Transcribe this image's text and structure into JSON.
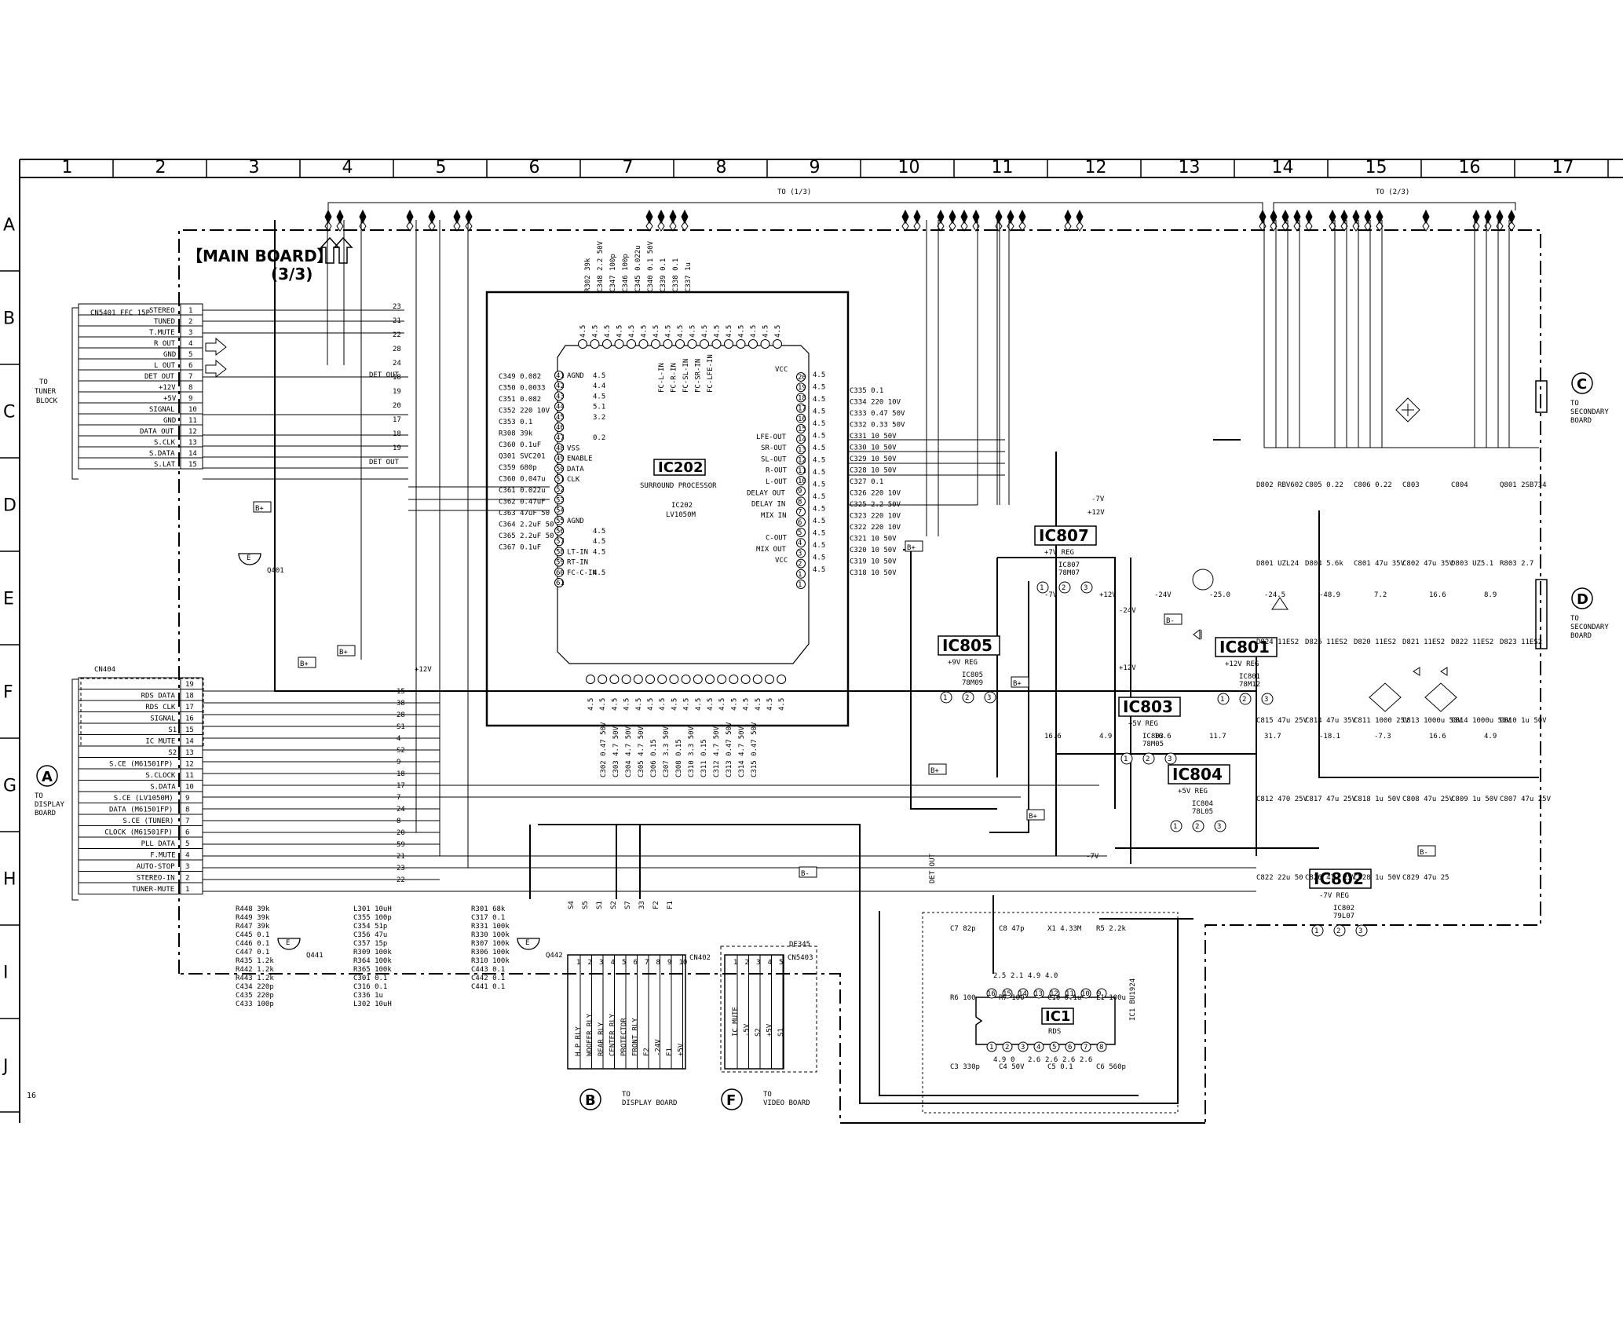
{
  "sheet": {
    "page_number": "16",
    "title": "【MAIN BOARD】",
    "subtitle": "(3/3)",
    "to_1_3": "TO (1/3)",
    "to_2_3": "TO (2/3)"
  },
  "grid": {
    "columns": [
      "1",
      "2",
      "3",
      "4",
      "5",
      "6",
      "7",
      "8",
      "9",
      "10",
      "11",
      "12",
      "13",
      "14",
      "15",
      "16",
      "17"
    ],
    "rows": [
      "A",
      "B",
      "C",
      "D",
      "E",
      "F",
      "G",
      "H",
      "I",
      "J"
    ]
  },
  "cn5401": {
    "label": "CN5401 FFC 15P",
    "to_label": [
      "TO",
      "TUNER",
      "BLOCK"
    ],
    "pins": [
      {
        "name": "STEREO",
        "num": "1"
      },
      {
        "name": "TUNED",
        "num": "2"
      },
      {
        "name": "T.MUTE",
        "num": "3"
      },
      {
        "name": "R OUT",
        "num": "4"
      },
      {
        "name": "GND",
        "num": "5"
      },
      {
        "name": "L OUT",
        "num": "6"
      },
      {
        "name": "DET OUT",
        "num": "7"
      },
      {
        "name": "+12V",
        "num": "8"
      },
      {
        "name": "+5V",
        "num": "9"
      },
      {
        "name": "SIGNAL",
        "num": "10"
      },
      {
        "name": "GND",
        "num": "11"
      },
      {
        "name": "DATA OUT",
        "num": "12"
      },
      {
        "name": "S.CLK",
        "num": "13"
      },
      {
        "name": "S.DATA",
        "num": "14"
      },
      {
        "name": "S.LAT",
        "num": "15"
      }
    ]
  },
  "cn404": {
    "label": "CN404",
    "pins": [
      {
        "name": "",
        "num": "19"
      },
      {
        "name": "RDS DATA",
        "num": "18"
      },
      {
        "name": "RDS CLK",
        "num": "17"
      },
      {
        "name": "SIGNAL",
        "num": "16"
      },
      {
        "name": "S1",
        "num": "15"
      },
      {
        "name": "IC MUTE",
        "num": "14"
      },
      {
        "name": "S2",
        "num": "13"
      },
      {
        "name": "S.CE (M61501FP)",
        "num": "12"
      },
      {
        "name": "S.CLOCK",
        "num": "11"
      },
      {
        "name": "S.DATA",
        "num": "10"
      },
      {
        "name": "S.CE (LV1050M)",
        "num": "9"
      },
      {
        "name": "DATA (M61501FP)",
        "num": "8"
      },
      {
        "name": "S.CE (TUNER)",
        "num": "7"
      },
      {
        "name": "CLOCK (M61501FP)",
        "num": "6"
      },
      {
        "name": "PLL DATA",
        "num": "5"
      },
      {
        "name": "F.MUTE",
        "num": "4"
      },
      {
        "name": "AUTO-STOP",
        "num": "3"
      },
      {
        "name": "STEREO-IN",
        "num": "2"
      },
      {
        "name": "TUNER-MUTE",
        "num": "1"
      }
    ]
  },
  "connector_refs": {
    "A": {
      "letter": "A",
      "text": [
        "TO",
        "DISPLAY",
        "BOARD"
      ]
    },
    "B": {
      "letter": "B",
      "text": [
        "TO",
        "DISPLAY BOARD"
      ]
    },
    "C": {
      "letter": "C",
      "text": [
        "TO",
        "SECONDARY",
        "BOARD"
      ]
    },
    "D": {
      "letter": "D",
      "text": [
        "TO",
        "SECONDARY",
        "BOARD"
      ]
    },
    "F": {
      "letter": "F",
      "text": [
        "TO",
        "VIDEO BOARD"
      ]
    }
  },
  "ic202": {
    "name": "IC202",
    "desc": "SURROUND PROCESSOR",
    "part": [
      "IC202",
      "LV1050M"
    ],
    "left_pins": [
      "AGND",
      "",
      "",
      "",
      "",
      "",
      "",
      "VSS",
      "ENABLE",
      "DATA",
      "CLK",
      "",
      "",
      "",
      "AGND",
      "",
      "",
      "LT-IN",
      "RT-IN",
      "FC-C-IN",
      ""
    ],
    "left_volts": [
      "4.5",
      "4.4",
      "4.5",
      "5.1",
      "3.2",
      "",
      "0.2",
      "",
      "",
      "",
      "",
      "",
      "",
      "",
      "",
      "4.5",
      "4.5",
      "4.5",
      "",
      "4.5"
    ],
    "right_pins": [
      "VCC",
      "",
      "",
      "",
      "",
      "",
      "LFE-OUT",
      "SR-OUT",
      "SL-OUT",
      "R-OUT",
      "L-OUT",
      "DELAY OUT",
      "DELAY IN",
      "MIX IN",
      "",
      "C-OUT",
      "MIX OUT",
      "VCC"
    ],
    "top_labels": [
      "FC-L-IN",
      "FC-R-IN",
      "FC-SL-IN",
      "FC-SR-IN",
      "FC-LFE-IN"
    ]
  },
  "ic_blocks": {
    "ic807": {
      "name": "IC807",
      "sub": "+7V REG",
      "part": [
        "IC807",
        "78M07"
      ]
    },
    "ic805": {
      "name": "IC805",
      "sub": "+9V REG",
      "part": [
        "IC805",
        "78M09"
      ]
    },
    "ic801": {
      "name": "IC801",
      "sub": "+12V REG",
      "part": [
        "IC801",
        "78M12"
      ]
    },
    "ic803": {
      "name": "IC803",
      "sub": "+5V REG",
      "part": [
        "IC803",
        "78M05"
      ]
    },
    "ic804": {
      "name": "IC804",
      "sub": "+5V REG",
      "part": [
        "IC804",
        "78L05"
      ]
    },
    "ic802": {
      "name": "IC802",
      "sub": "-7V REG",
      "part": [
        "IC802",
        "79L07"
      ]
    },
    "ic1": {
      "name": "IC1",
      "sub": "RDS",
      "part": "IC1 BU1924"
    }
  },
  "cn402": {
    "label": "CN402",
    "pins": [
      "H.P RLY",
      "WOOFER RLY",
      "REAR RLY",
      "CENTER RLY",
      "PROTECTOR",
      "FRONT RLY",
      "F2",
      "-24V",
      "F1",
      "+5V"
    ],
    "nums": [
      "1",
      "2",
      "3",
      "4",
      "5",
      "6",
      "7",
      "8",
      "9",
      "10"
    ],
    "net_top": [
      "S4",
      "S5",
      "S1",
      "S2",
      "S7",
      "33",
      "F2",
      "F1"
    ]
  },
  "cn5403": {
    "label": "CN5403",
    "sub": "DE345",
    "pins": [
      "IC MUTE",
      "-5V",
      "S2",
      "+5V",
      "S1"
    ],
    "nums": [
      "1",
      "2",
      "3",
      "4",
      "5"
    ]
  },
  "rails": {
    "p12v": "+12V",
    "m7v": "-7V",
    "m24v": "-24V",
    "det_out": "DET OUT",
    "bplus": "B+",
    "bminus": "B-"
  },
  "components_top": [
    "R302 39k",
    "C348 2.2 50V",
    "C347 100p",
    "C346 100p",
    "C345 0.022u",
    "C340 0.1 50V",
    "C339 0.1",
    "C338 0.1",
    "C337 1u"
  ],
  "components_left": [
    "C349 0.082",
    "C350 0.0033",
    "C351 0.082",
    "C352 220 10V",
    "C353 0.1",
    "R308 39k",
    "C360 0.1uF",
    "Q301 SVC201",
    "C359 680p",
    "C360 0.047u",
    "C361 0.022u",
    "C362 0.47uF",
    "C363 47uF 50",
    "C364 2.2uF 50",
    "C365 2.2uF 50",
    "C367 0.1uF"
  ],
  "components_right": [
    "C335 0.1",
    "C334 220 10V",
    "C333 0.47 50V",
    "C332 0.33 50V",
    "C331 10 50V",
    "C330 10 50V",
    "C329 10 50V",
    "C328 10 50V",
    "C327 0.1",
    "C326 220 10V",
    "C325 2.2 50V",
    "C323 220 10V",
    "C322 220 10V",
    "C321 10 50V",
    "C320 10 50V",
    "C319 10 50V",
    "C318 10 50V"
  ],
  "components_bottom": [
    "C302 0.47 50V",
    "C303 4.7 50V",
    "C304 4.7 50V",
    "C305 4.7 50V",
    "C306 0.15",
    "C307 3.3 50V",
    "C308 0.15",
    "C310 3.3 50V",
    "C311 0.15",
    "C312 4.7 50V",
    "C313 0.47 50V",
    "C314 4.7 50V",
    "C315 0.47 50V"
  ],
  "power_parts": [
    "D802 RBV602",
    "C805 0.22",
    "C806 0.22",
    "C803",
    "C804",
    "Q801 2SB734",
    "D801 UZL24",
    "D804 5.6k",
    "C801 47u 35V",
    "C802 47u 35V",
    "D803 UZ5.1",
    "R803 2.7",
    "D824 11ES2",
    "D825 11ES2",
    "D820 11ES2",
    "D821 11ES2",
    "D822 11ES2",
    "D823 11ES2",
    "C815 47u 25V",
    "C814 47u 35V",
    "C811 1000 25V",
    "C813 1000u 50V",
    "C814 1000u 50V",
    "C810 1u 50V",
    "C812 470 25V",
    "C817 47u 25V",
    "C818 1u 50V",
    "C808 47u 25V",
    "C809 1u 50V",
    "C807 47u 25V",
    "C822 22u 50",
    "C826 47u 25V",
    "C828 1u 50V",
    "C829 47u 25"
  ],
  "volts_power": [
    "-7V",
    "+12V",
    "-24V",
    "-25.0",
    "-24.5",
    "-48.9",
    "7.2",
    "16.6",
    "8.9",
    "16.6",
    "4.9",
    "16.6",
    "11.7",
    "31.7",
    "-18.1",
    "-7.3",
    "16.6",
    "4.9"
  ],
  "tuner_nets": [
    "23",
    "21",
    "22",
    "28",
    "24",
    "18",
    "19",
    "20",
    "17",
    "18",
    "19",
    "DET OUT"
  ],
  "display_nets": [
    "15",
    "38",
    "28",
    "S1",
    "4",
    "S2",
    "9",
    "18",
    "17",
    "7",
    "24",
    "8",
    "20",
    "59",
    "21",
    "23",
    "22"
  ],
  "resistors_mid": [
    "R448 39k",
    "R449 39k",
    "R447 39k",
    "C445 0.1",
    "C446 0.1",
    "C447 0.1",
    "R435 1.2k",
    "R442 1.2k",
    "R443 1.2k",
    "C434 220p",
    "C435 220p",
    "C433 100p",
    "L301 10uH",
    "C355 100p",
    "C354 51p",
    "C356 47u",
    "C357 15p",
    "R309 100k",
    "R364 100k",
    "R365 100k",
    "C301 0.1",
    "C316 0.1",
    "C336 1u",
    "L302 10uH",
    "R301 68k",
    "C317 0.1",
    "R331 100k",
    "R330 100k",
    "R307 100k",
    "R306 100k",
    "R310 100k",
    "C443 0.1",
    "C442 0.1",
    "C441 0.1"
  ],
  "ic1_parts": [
    "C7 82p",
    "C8 47p",
    "X1 4.33M",
    "R5 2.2k",
    "R6 100",
    "R7 100",
    "C10 0.1u",
    "L1 100u",
    "C3 330p",
    "C4 50V",
    "C5 0.1",
    "C6 560p"
  ],
  "ic1_volts": [
    "2.5",
    "2.1",
    "4.9",
    "4.0",
    "2.6",
    "2.6",
    "4.9",
    "0",
    "2.6",
    "2.6"
  ],
  "probe_labels": {
    "q401": "Q401",
    "q441": "Q441",
    "q442": "Q442",
    "e": "E"
  }
}
